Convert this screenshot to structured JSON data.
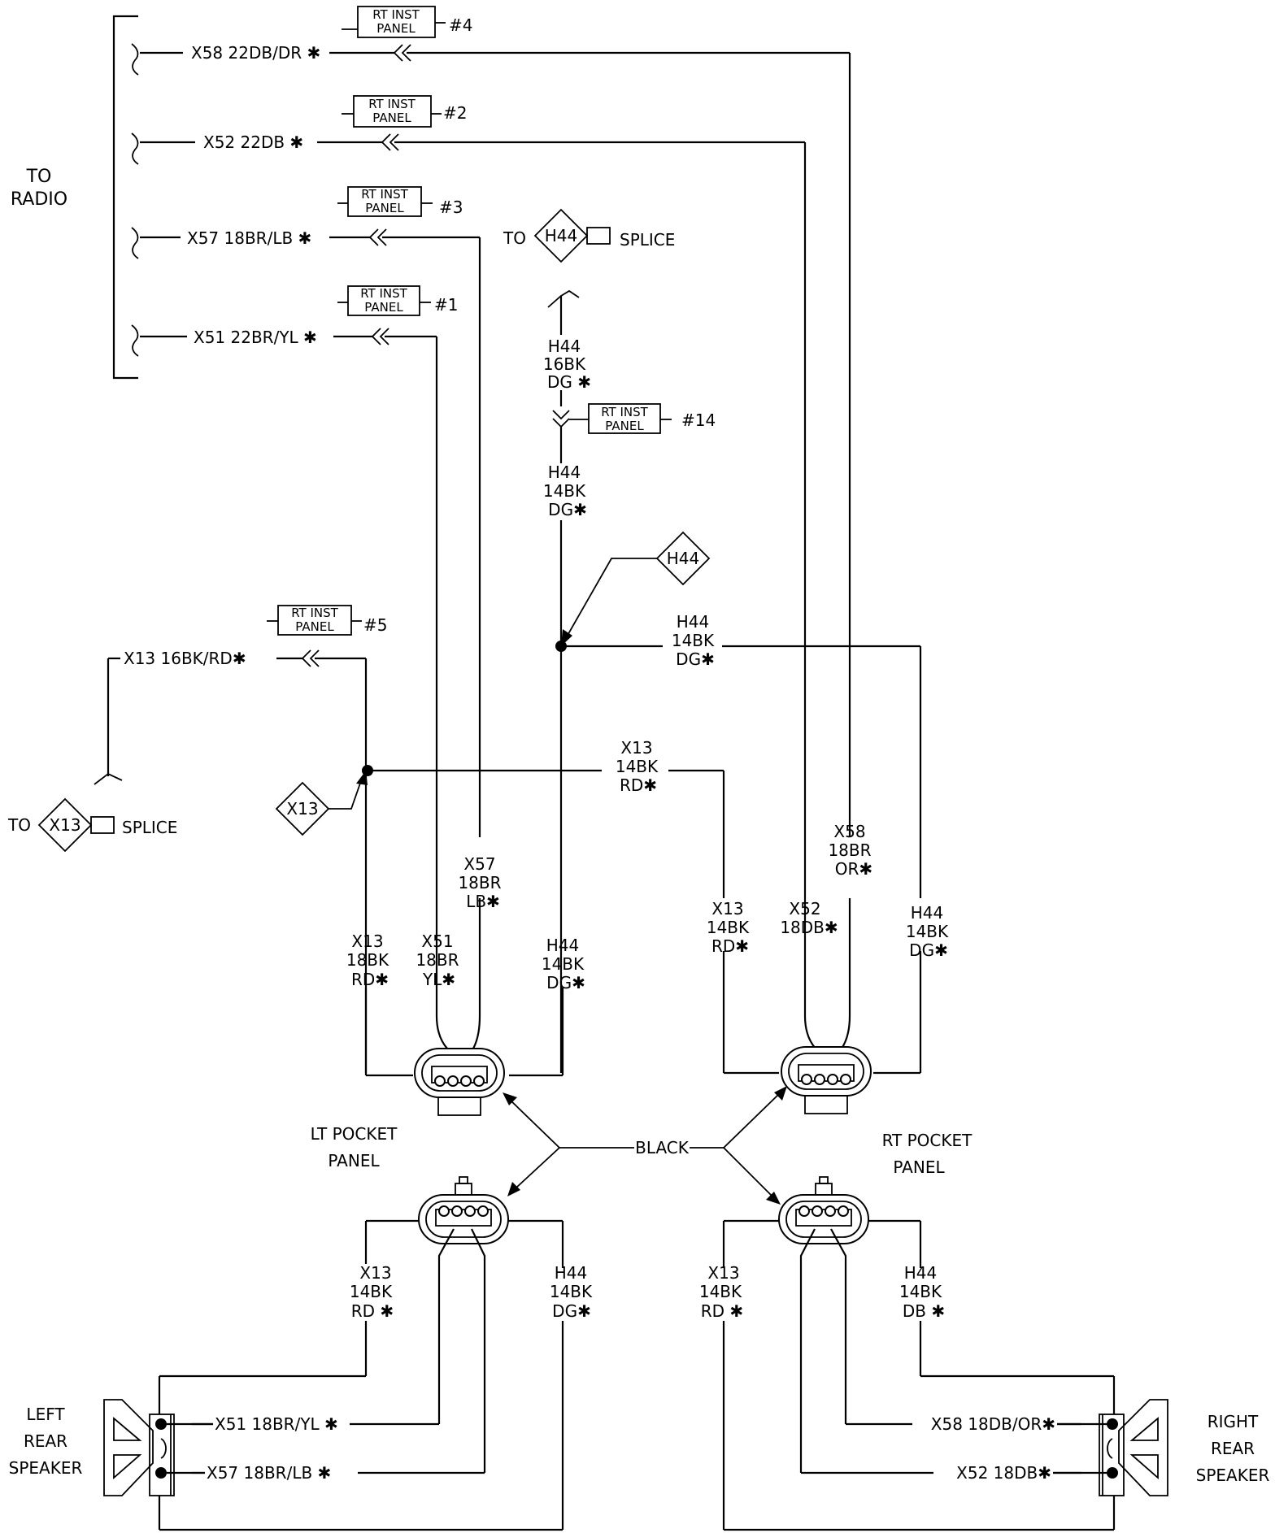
{
  "radio": {
    "label_1": "TO",
    "label_2": "RADIO"
  },
  "panel_box": {
    "line_1": "RT INST",
    "line_2": "PANEL"
  },
  "radio_wires": [
    {
      "text": "X58 22DB/DR ✱",
      "pin": "#4"
    },
    {
      "text": "X52 22DB ✱",
      "pin": "#2"
    },
    {
      "text": "X57 18BR/LB ✱",
      "pin": "#3"
    },
    {
      "text": "X51 22BR/YL ✱",
      "pin": "#1"
    }
  ],
  "h44_splice": {
    "to": "TO",
    "id": "H44",
    "splice": "SPLICE"
  },
  "x13_splice": {
    "to": "TO",
    "id": "X13",
    "splice": "SPLICE"
  },
  "h44_upper": {
    "l1": "H44",
    "l2": "16BK",
    "l3": "DG ✱"
  },
  "h44_pin": "#14",
  "h44_lower": {
    "l1": "H44",
    "l2": "14BK",
    "l3": "DG✱"
  },
  "h44_diamond": "H44",
  "h44_right": {
    "l1": "H44",
    "l2": "14BK",
    "l3": "DG✱"
  },
  "x13_top": {
    "text": "X13 16BK/RD✱",
    "pin": "#5"
  },
  "x13_diamond": "X13",
  "x13_mid": {
    "l1": "X13",
    "l2": "14BK",
    "l3": "RD✱"
  },
  "lt_upper_wires": [
    {
      "l1": "X13",
      "l2": "18BK",
      "l3": "RD✱"
    },
    {
      "l1": "X51",
      "l2": "18BR",
      "l3": "YL✱"
    },
    {
      "l1": "X57",
      "l2": "18BR",
      "l3": "LB✱"
    },
    {
      "l1": "H44",
      "l2": "14BK",
      "l3": "DG✱"
    }
  ],
  "rt_upper_wires": [
    {
      "l1": "X13",
      "l2": "14BK",
      "l3": "RD✱"
    },
    {
      "l1": "X52",
      "l2": "18DB✱",
      "l3": ""
    },
    {
      "l1": "X58",
      "l2": "18BR",
      "l3": "OR✱"
    },
    {
      "l1": "H44",
      "l2": "14BK",
      "l3": "DG✱"
    }
  ],
  "lt_pocket": {
    "l1": "LT POCKET",
    "l2": "PANEL"
  },
  "rt_pocket": {
    "l1": "RT POCKET",
    "l2": "PANEL"
  },
  "black": "BLACK",
  "lt_lower_wires": [
    {
      "l1": "X13",
      "l2": "14BK",
      "l3": "RD ✱"
    },
    {
      "l1": "H44",
      "l2": "14BK",
      "l3": "DG✱"
    }
  ],
  "rt_lower_wires": [
    {
      "l1": "X13",
      "l2": "14BK",
      "l3": "RD ✱"
    },
    {
      "l1": "H44",
      "l2": "14BK",
      "l3": "DB ✱"
    }
  ],
  "left_speaker": {
    "l1": "LEFT",
    "l2": "REAR",
    "l3": "SPEAKER",
    "wire_1": "X51 18BR/YL ✱",
    "wire_2": "X57 18BR/LB ✱"
  },
  "right_speaker": {
    "l1": "RIGHT",
    "l2": "REAR",
    "l3": "SPEAKER",
    "wire_1": "X58 18DB/OR✱",
    "wire_2": "X52 18DB✱"
  }
}
